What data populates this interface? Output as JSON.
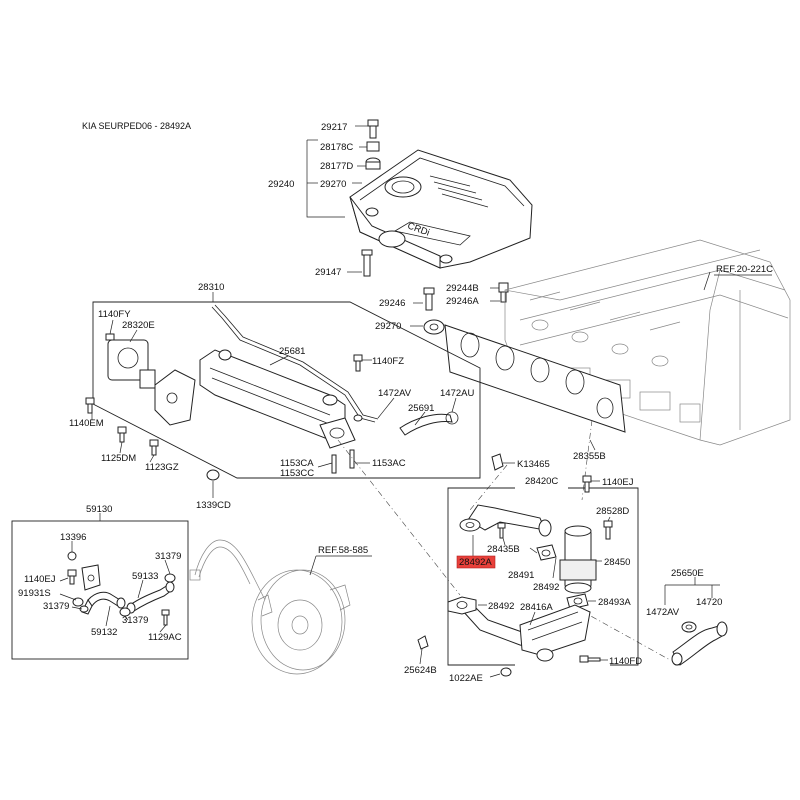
{
  "title": "KIA SEURPED06 - 28492A",
  "labels": {
    "l29217": "29217",
    "l28178C": "28178C",
    "l28177D": "28177D",
    "l29240": "29240",
    "l29270a": "29270",
    "l29147": "29147",
    "l29244B": "29244B",
    "l29246A": "29246A",
    "l29246": "29246",
    "l29270b": "29270",
    "ref20": "REF.20-221C",
    "l28310": "28310",
    "l1140FY": "1140FY",
    "l28320E": "28320E",
    "l25681": "25681",
    "l1140FZ": "1140FZ",
    "l1472AV": "1472AV",
    "l1472AU": "1472AU",
    "l25691": "25691",
    "l1140EM": "1140EM",
    "l1125DM": "1125DM",
    "l1123GZ": "1123GZ",
    "l1153CA": "1153CA",
    "l1153CC": "1153CC",
    "l1153AC": "1153AC",
    "l1339CD": "1339CD",
    "l28355B": "28355B",
    "l13465": "K13465",
    "l28420C": "28420C",
    "l1140EJ": "1140EJ",
    "l28528D": "28528D",
    "l28435B": "28435B",
    "l28492A": "28492A",
    "l28491": "28491",
    "l28450": "28450",
    "l28492a": "28492",
    "l28492b": "28492",
    "l28493A": "28493A",
    "l28416A": "28416A",
    "l25624B": "25624B",
    "l1022AE": "1022AE",
    "l1140FD": "1140FD",
    "l25650E": "25650E",
    "l1472AVb": "1472AV",
    "l14720": "14720",
    "l59130": "59130",
    "l13396": "13396",
    "l31379a": "31379",
    "l1140EJb": "1140EJ",
    "l59133": "59133",
    "l91931S": "91931S",
    "l31379b": "31379",
    "l31379c": "31379",
    "l59132": "59132",
    "l1129AC": "1129AC",
    "ref58": "REF.58-585"
  },
  "highlight": {
    "part": "28492A",
    "color": "#e8403a"
  }
}
